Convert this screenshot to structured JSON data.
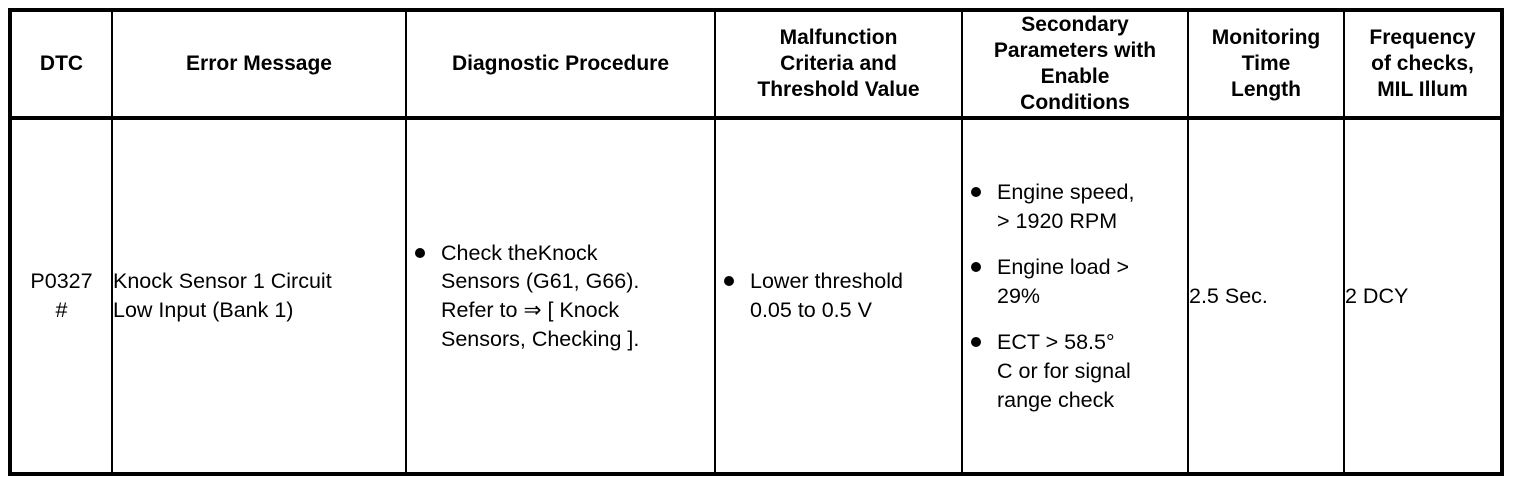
{
  "table": {
    "headers": [
      {
        "key": "dtc",
        "lines": [
          "DTC"
        ]
      },
      {
        "key": "error",
        "lines": [
          "Error Message"
        ]
      },
      {
        "key": "procedure",
        "lines": [
          "Diagnostic Procedure"
        ]
      },
      {
        "key": "malfunction",
        "lines": [
          "Malfunction",
          "Criteria and",
          "Threshold Value"
        ]
      },
      {
        "key": "secondary",
        "lines": [
          "Secondary",
          "Parameters with",
          "Enable",
          "Conditions"
        ]
      },
      {
        "key": "monitoring",
        "lines": [
          "Monitoring",
          "Time",
          "Length"
        ]
      },
      {
        "key": "frequency",
        "lines": [
          "Frequency",
          "of checks,",
          "MIL Illum"
        ]
      }
    ],
    "rows": [
      {
        "dtc": {
          "lines": [
            "P0327",
            "#"
          ]
        },
        "error_message": {
          "lines": [
            "Knock Sensor 1 Circuit",
            "Low Input (Bank 1)"
          ]
        },
        "diagnostic_procedure": {
          "bullets": [
            {
              "lines": [
                "Check theKnock",
                "Sensors (G61, G66).",
                "Refer to ⇒ [ Knock",
                "Sensors, Checking ]."
              ]
            }
          ]
        },
        "malfunction_criteria": {
          "bullets": [
            {
              "lines": [
                "Lower threshold",
                "0.05 to 0.5 V"
              ]
            }
          ]
        },
        "secondary_parameters": {
          "bullets": [
            {
              "lines": [
                "Engine speed,",
                "> 1920 RPM"
              ]
            },
            {
              "lines": [
                "Engine load >",
                "29%"
              ]
            },
            {
              "lines": [
                "ECT > 58.5°",
                "C or for signal",
                "range check"
              ]
            }
          ]
        },
        "monitoring_time": "2.5 Sec.",
        "frequency": "2 DCY"
      }
    ]
  }
}
